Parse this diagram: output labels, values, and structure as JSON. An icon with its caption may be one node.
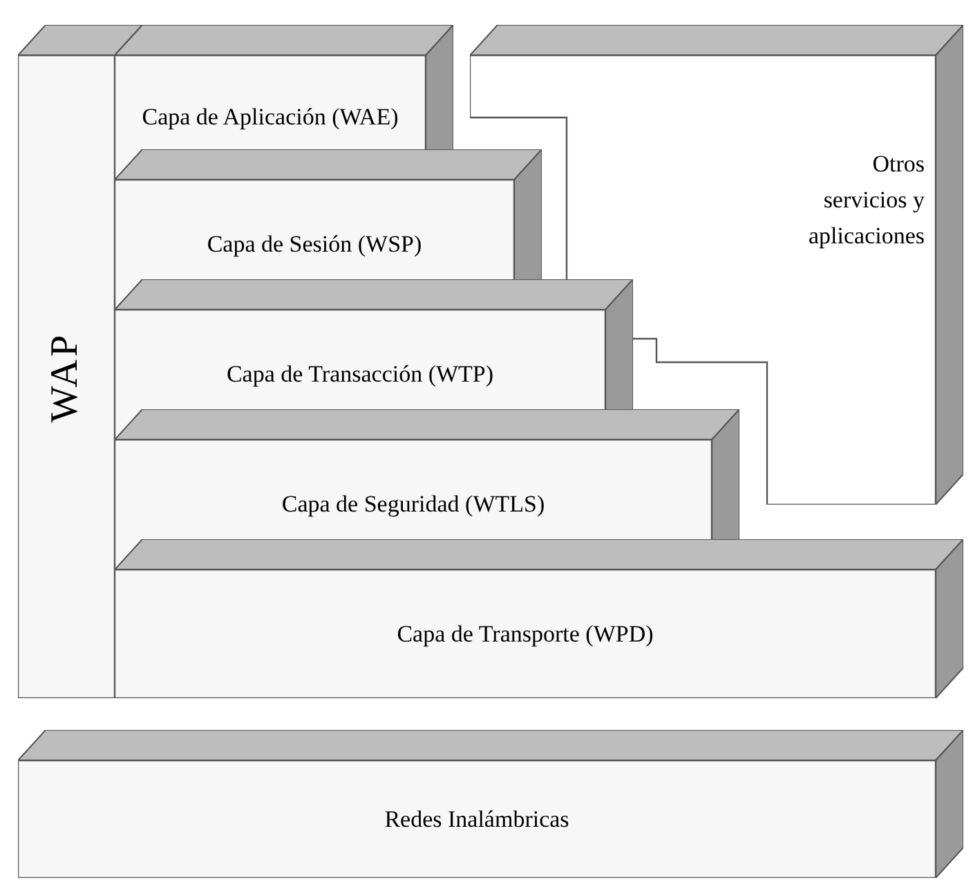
{
  "diagram": {
    "nodes": [
      {
        "text": [
          "WAP"
        ]
      },
      {
        "text": [
          "Capa de Aplicación (WAE)"
        ]
      },
      {
        "text": [
          "Capa de Sesión (WSP)"
        ]
      },
      {
        "text": [
          "Capa de Transacción (WTP)"
        ]
      },
      {
        "text": [
          "Capa de Seguridad (WTLS)"
        ]
      },
      {
        "text": [
          "Capa de Transporte (WPD)"
        ]
      },
      {
        "text": [
          "Otros servicios y aplicaciones"
        ]
      },
      {
        "text": [
          "Redes Inalámbricas"
        ]
      }
    ]
  }
}
